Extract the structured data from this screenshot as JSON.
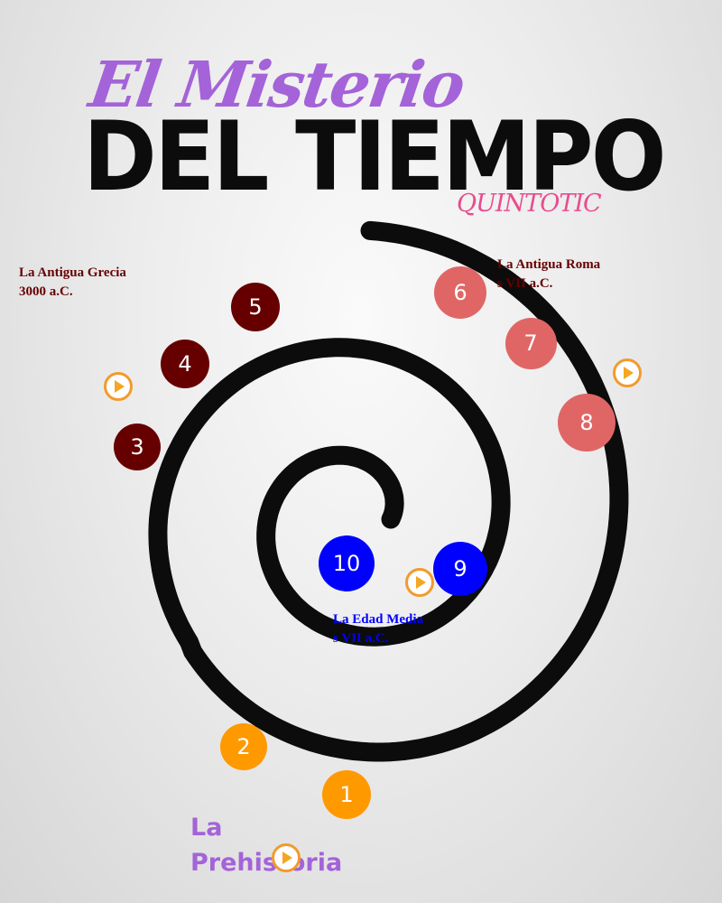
{
  "header": {
    "title_script": "El Misterio",
    "title_main": "DEL TIEMPO",
    "brand": "QUINTOTIC"
  },
  "colors": {
    "prehistoria": "#ff9900",
    "grecia": "#660000",
    "roma": "#e06666",
    "media": "#0000ff",
    "spiral": "#0c0c0c",
    "play": "#f39a2c"
  },
  "eras": [
    {
      "name": "La Prehistoria",
      "line1": "La",
      "line2": "Prehistoria"
    },
    {
      "line1": "La Antigua Grecia",
      "line2": "3000 a.C."
    },
    {
      "line1": "La Antigua Roma",
      "line2": "s VII a.C."
    },
    {
      "line1": "La Edad Media",
      "line2": "s VII a.C."
    }
  ],
  "markers": [
    {
      "label": "1",
      "era": "prehistoria"
    },
    {
      "label": "2",
      "era": "prehistoria"
    },
    {
      "label": "3",
      "era": "grecia"
    },
    {
      "label": "4",
      "era": "grecia"
    },
    {
      "label": "5",
      "era": "grecia"
    },
    {
      "label": "6",
      "era": "roma"
    },
    {
      "label": "7",
      "era": "roma"
    },
    {
      "label": "8",
      "era": "roma"
    },
    {
      "label": "9",
      "era": "media"
    },
    {
      "label": "10",
      "era": "media"
    }
  ],
  "play_buttons": [
    {
      "icon": "play-icon"
    },
    {
      "icon": "play-icon"
    },
    {
      "icon": "play-icon"
    },
    {
      "icon": "play-icon"
    }
  ]
}
